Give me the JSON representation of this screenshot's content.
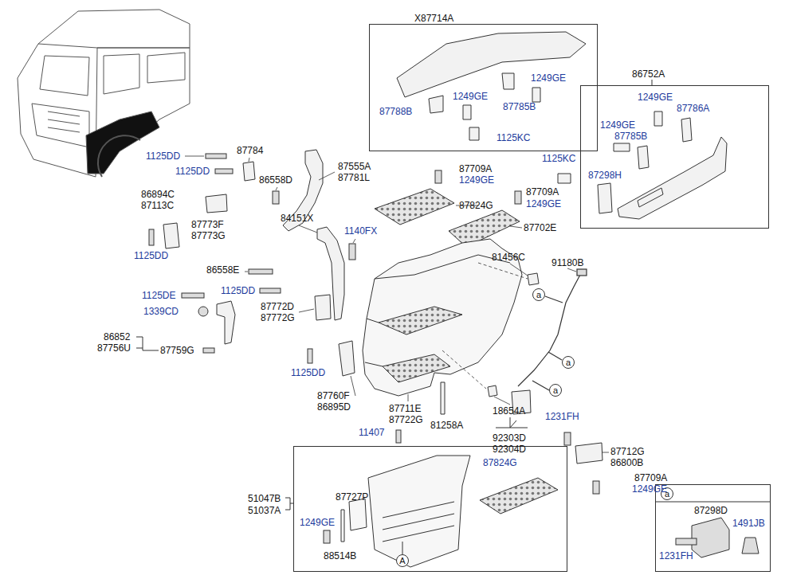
{
  "diagram": {
    "nodes": [
      {
        "text": [
          "X87714A",
          "1249GE",
          "1249GE",
          "87785B",
          "87788B",
          "1125KC"
        ]
      },
      {
        "text": [
          "86752A",
          "1249GE",
          "87786A",
          "1249GE",
          "87785B",
          "87298H"
        ]
      },
      {
        "text": [
          "51047B",
          "51037A",
          "87727P",
          "1249GE",
          "88514B",
          "87824G"
        ]
      },
      {
        "text": [
          "87298D",
          "1491JB",
          "1231FH"
        ]
      },
      {
        "text": [
          "a"
        ],
        "in": 3
      },
      {
        "text": [
          "a"
        ]
      },
      {
        "text": [
          "a"
        ]
      },
      {
        "text": [
          "a"
        ]
      },
      {
        "text": [
          "A"
        ]
      }
    ],
    "labels": [
      "1125DD",
      "87784",
      "1125DD",
      "86894C",
      "87113C",
      "87773F",
      "87773G",
      "1125DD",
      "86558D",
      "87555A",
      "87781L",
      "84151X",
      "1140FX",
      "86558E",
      "1125DE",
      "1125DD",
      "1339CD",
      "87772D",
      "87772G",
      "86852",
      "87756U",
      "87759G",
      "1125DD",
      "87760F",
      "86895D",
      "87711E",
      "87722G",
      "81258A",
      "87709A",
      "1249GE",
      "87824G",
      "87709A",
      "1249GE",
      "87702E",
      "81456C",
      "91180B",
      "1125KC",
      "18654A",
      "92303D",
      "92304D",
      "1231FH",
      "87712G",
      "86800B",
      "87709A",
      "1249GE",
      "11407"
    ]
  }
}
